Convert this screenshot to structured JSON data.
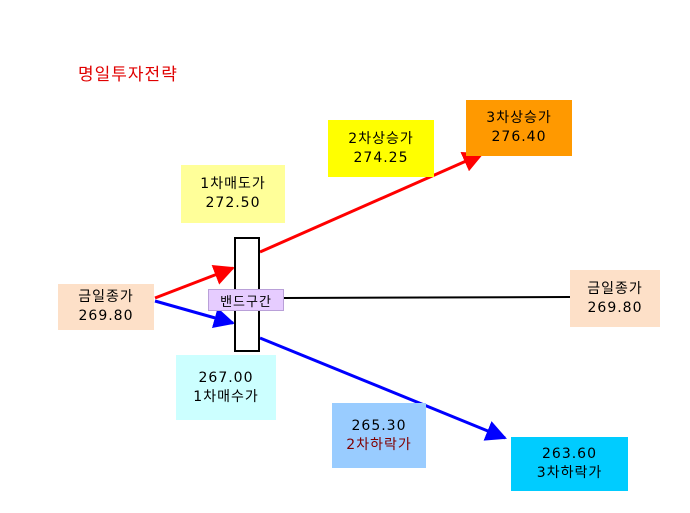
{
  "title": "명일투자전략",
  "colors": {
    "title": "#e00000",
    "up_line": "#ff0000",
    "down_line": "#0000ff",
    "flat_line": "#000000",
    "peach": "#fde0c8",
    "yellow": "#ffff99",
    "bright_yellow": "#ffff00",
    "orange": "#ff9900",
    "light_cyan": "#ccffff",
    "light_blue": "#99ccff",
    "cyan": "#00ccff",
    "band": "#e6ccff",
    "dark_red_text": "#800000"
  },
  "boxes": {
    "today_close_left": {
      "label": "금일종가",
      "value": "269.80"
    },
    "today_close_right": {
      "label": "금일종가",
      "value": "269.80"
    },
    "sell1": {
      "label": "1차매도가",
      "value": "272.50"
    },
    "rise2": {
      "label": "2차상승가",
      "value": "274.25"
    },
    "rise3": {
      "label": "3차상승가",
      "value": "276.40"
    },
    "buy1": {
      "label": "1차매수가",
      "value": "267.00"
    },
    "fall2": {
      "label": "2차하락가",
      "value": "265.30"
    },
    "fall3": {
      "label": "3차하락가",
      "value": "263.60"
    }
  },
  "band": {
    "label": "밴드구간"
  }
}
